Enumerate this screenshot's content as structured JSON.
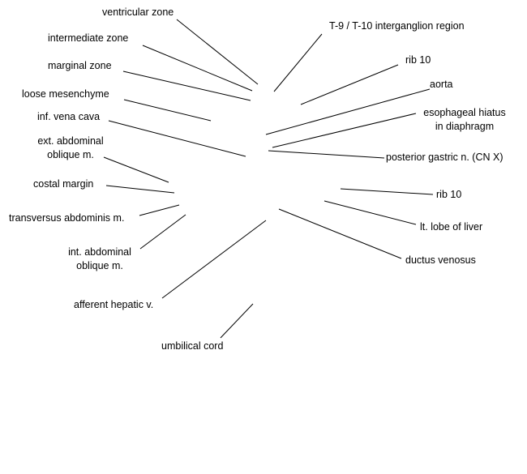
{
  "labels": {
    "ventricular_zone": "ventricular zone",
    "intermediate_zone": "intermediate zone",
    "marginal_zone": "marginal zone",
    "loose_mesenchyme": "loose mesenchyme",
    "inf_vena_cava": "inf. vena cava",
    "ext_abdominal_oblique": "ext. abdominal\noblique m.",
    "costal_margin": "costal margin",
    "transversus_abdominis": "transversus abdominis m.",
    "int_abdominal_oblique": "int. abdominal\noblique m.",
    "afferent_hepatic_v": "afferent hepatic v.",
    "umbilical_cord": "umbilical cord",
    "t9_t10_region": "T-9 / T-10 interganglion region",
    "rib_10_upper": "rib 10",
    "aorta": "aorta",
    "esophageal_hiatus": "esophageal hiatus\nin diaphragm",
    "posterior_gastric_n": "posterior gastric n. (CN X)",
    "rib_10_lower": "rib 10",
    "lt_lobe_liver": "lt. lobe of liver",
    "ductus_venosus": "ductus venosus"
  }
}
